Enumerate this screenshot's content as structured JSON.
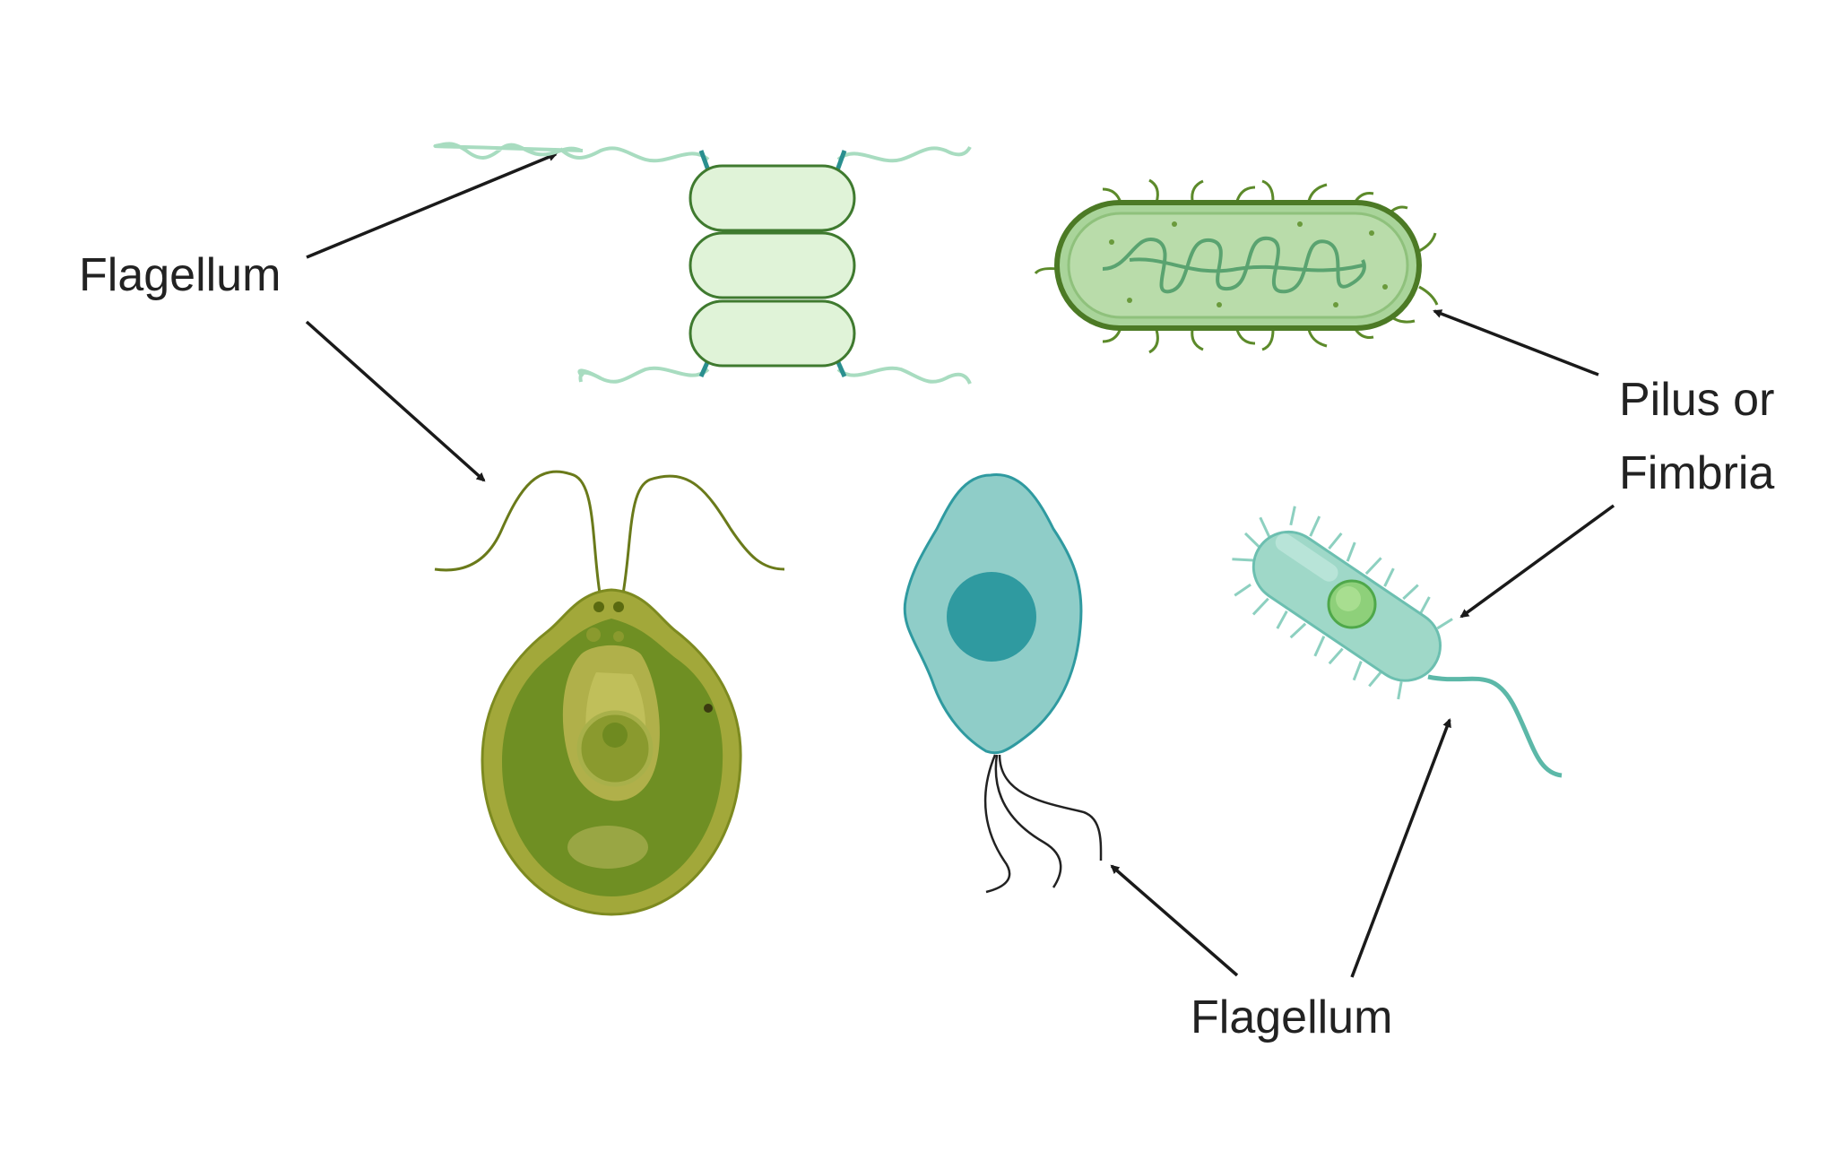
{
  "labels": {
    "flagellum_top": "Flagellum",
    "pilus_line1": "Pilus or",
    "pilus_line2": "Fimbria",
    "flagellum_bottom": "Flagellum"
  },
  "colors": {
    "chain_fill": "#e0f3d8",
    "chain_stroke": "#3f7a2f",
    "rod_fill": "#a9d49a",
    "rod_stroke": "#4c7a25",
    "algae_fill": "#6f8f23",
    "amoeba_fill": "#8fcdc8",
    "amoeba_nucleus": "#2f9aa0",
    "small_rod_fill": "#9fd8c8",
    "arrow": "#1a1a1a"
  }
}
